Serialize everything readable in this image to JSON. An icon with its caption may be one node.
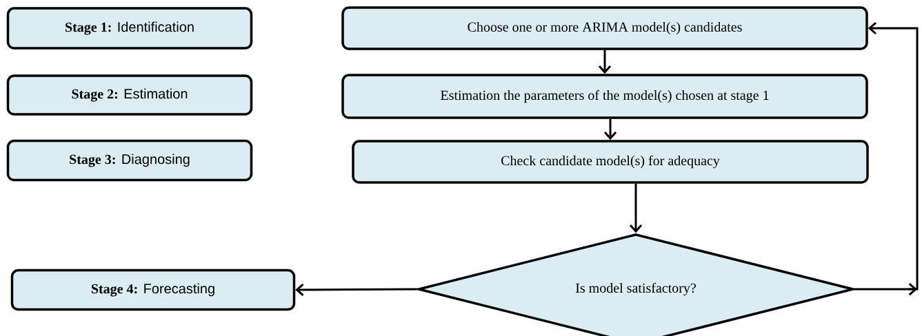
{
  "diagram": {
    "nodes": [
      {
        "text": [
          "**Stage 1:** Identification"
        ]
      },
      {
        "text": [
          "**Stage 2:** Estimation"
        ]
      },
      {
        "text": [
          "**Stage 3:** Diagnosing"
        ]
      },
      {
        "text": [
          "**Stage 4:** Forecasting"
        ]
      },
      {
        "text": [
          "Choose one or more ARIMA model(s) candidates"
        ]
      },
      {
        "text": [
          "Estimation the parameters of the model(s) chosen at stage 1"
        ]
      },
      {
        "text": [
          "Check candidate model(s) for adequacy"
        ]
      },
      {
        "text": [
          "Is model satisfactory?"
        ]
      }
    ],
    "edges": [
      {
        "from": 4,
        "to": 5,
        "arrow": "to"
      },
      {
        "from": 5,
        "to": 6,
        "arrow": "to"
      },
      {
        "from": 6,
        "to": 7,
        "arrow": "to"
      },
      {
        "from": 7,
        "to": 3,
        "arrow": "to"
      },
      {
        "from": 7,
        "to": 4,
        "arrow": "to"
      }
    ]
  }
}
